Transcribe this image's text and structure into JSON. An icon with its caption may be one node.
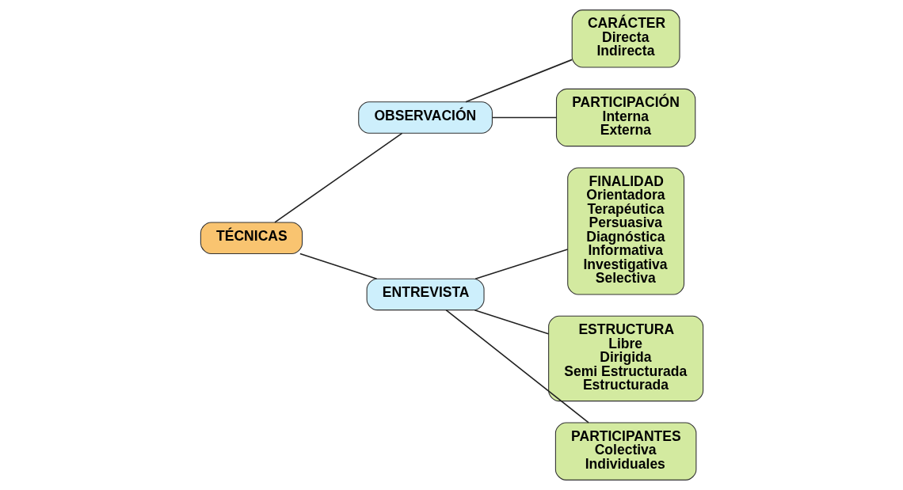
{
  "diagram": {
    "nodes": [
      {
        "text": [
          "TÉCNICAS"
        ]
      },
      {
        "text": [
          "OBSERVACIÓN"
        ]
      },
      {
        "text": [
          "ENTREVISTA"
        ]
      },
      {
        "text": [
          "CARÁCTER",
          "Directa",
          "Indirecta"
        ]
      },
      {
        "text": [
          "PARTICIPACIÓN",
          "Interna",
          "Externa"
        ]
      },
      {
        "text": [
          "FINALIDAD",
          "Orientadora",
          "Terapéutica",
          "Persuasiva",
          "Diagnóstica",
          "Informativa",
          "Investigativa",
          "Selectiva"
        ]
      },
      {
        "text": [
          "ESTRUCTURA",
          "Libre",
          "Dirigida",
          "Semi Estructurada",
          "Estructurada"
        ]
      },
      {
        "text": [
          "PARTICIPANTES",
          "Colectiva",
          "Individuales"
        ]
      }
    ],
    "edges": [
      {
        "from": 0,
        "to": 1,
        "arrow": "none"
      },
      {
        "from": 0,
        "to": 2,
        "arrow": "none"
      },
      {
        "from": 1,
        "to": 3,
        "arrow": "none"
      },
      {
        "from": 1,
        "to": 4,
        "arrow": "none"
      },
      {
        "from": 2,
        "to": 5,
        "arrow": "none"
      },
      {
        "from": 2,
        "to": 6,
        "arrow": "none"
      },
      {
        "from": 2,
        "to": 7,
        "arrow": "none"
      }
    ]
  }
}
